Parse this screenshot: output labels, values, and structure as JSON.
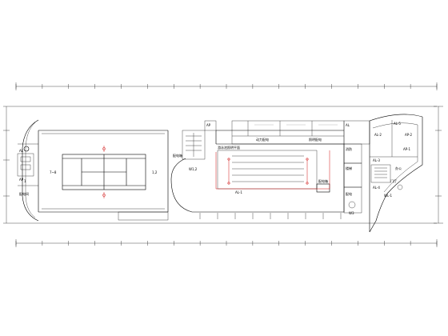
{
  "drawing": {
    "labels": {
      "lower_left_room": "配电间",
      "tennis_note": "7~8",
      "lower_left_note": "1,2",
      "mid_left_label": "配电箱",
      "pool_top_label": "动力配电",
      "pool_top_label_2": "照明配电",
      "pool_caption": "游泳池照明平面",
      "pool_caption_2": "W1,2",
      "pool_small_a": "AL-1",
      "pool_small_b": "AP",
      "pool_box_label": "配电箱",
      "right_label_a": "AL",
      "right_label_b": "消防",
      "right_label_c": "楼梯",
      "right_label_d": "配电",
      "right_label_e": "AL-2",
      "right_label_f": "AP-2",
      "right_label_g": "AL-3",
      "right_label_h": "办公",
      "right_label_i": "门厅",
      "right_label_j": "AL-4",
      "right_label_k": "AL-5",
      "right_label_l": "W3",
      "right_label_m": "AP-1",
      "right_label_n": "WL-1",
      "left_tower_a": "AL",
      "left_tower_b": "AP",
      "left_tower_c": "1"
    }
  }
}
